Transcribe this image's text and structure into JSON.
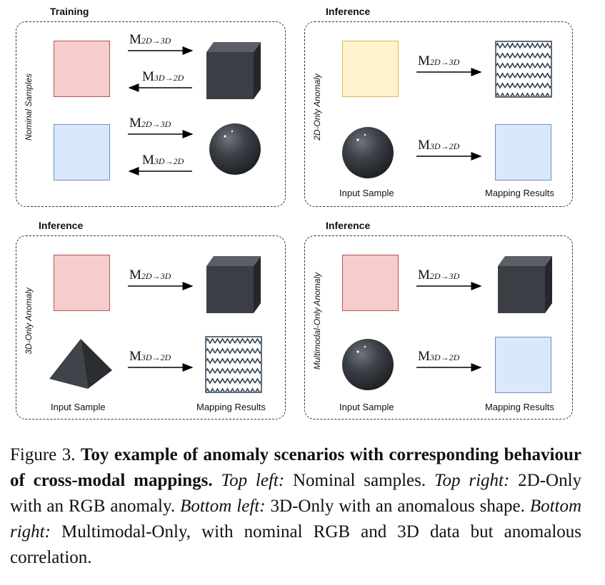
{
  "panels": {
    "top_left": {
      "title": "Training",
      "side_label": "Nominal Samples",
      "arrows": [
        "2D→3D",
        "3D→2D",
        "2D→3D",
        "3D→2D"
      ]
    },
    "top_right": {
      "title": "Inference",
      "side_label": "2D-Only Anomaly",
      "arrows": [
        "2D→3D",
        "3D→2D"
      ],
      "input_label": "Input Sample",
      "result_label": "Mapping Results"
    },
    "bottom_left": {
      "title": "Inference",
      "side_label": "3D-Only Anomaly",
      "arrows": [
        "2D→3D",
        "3D→2D"
      ],
      "input_label": "Input Sample",
      "result_label": "Mapping Results"
    },
    "bottom_right": {
      "title": "Inference",
      "side_label": "Multimodal-Only Anomaly",
      "arrows": [
        "2D→3D",
        "3D→2D"
      ],
      "input_label": "Input Sample",
      "result_label": "Mapping Results"
    }
  },
  "mapping_symbol": "M",
  "caption": {
    "figure_label": "Figure 3.",
    "bold_title": "Toy example of anomaly scenarios with corresponding behaviour of cross-modal mappings.",
    "tl_label": "Top left:",
    "tl_text": "Nominal samples.",
    "tr_label": "Top right:",
    "tr_text": "2D-Only with an RGB anomaly.",
    "bl_label": "Bottom left:",
    "bl_text": "3D-Only with an anomalous shape.",
    "br_label": "Bottom right:",
    "br_text": "Multimodal-Only, with nominal RGB and 3D data but anomalous correlation."
  },
  "colors": {
    "red_fill": "#f6cccc",
    "blue_fill": "#dae8fc",
    "yellow_fill": "#fff2cc",
    "object_gray": "#3e4249"
  }
}
